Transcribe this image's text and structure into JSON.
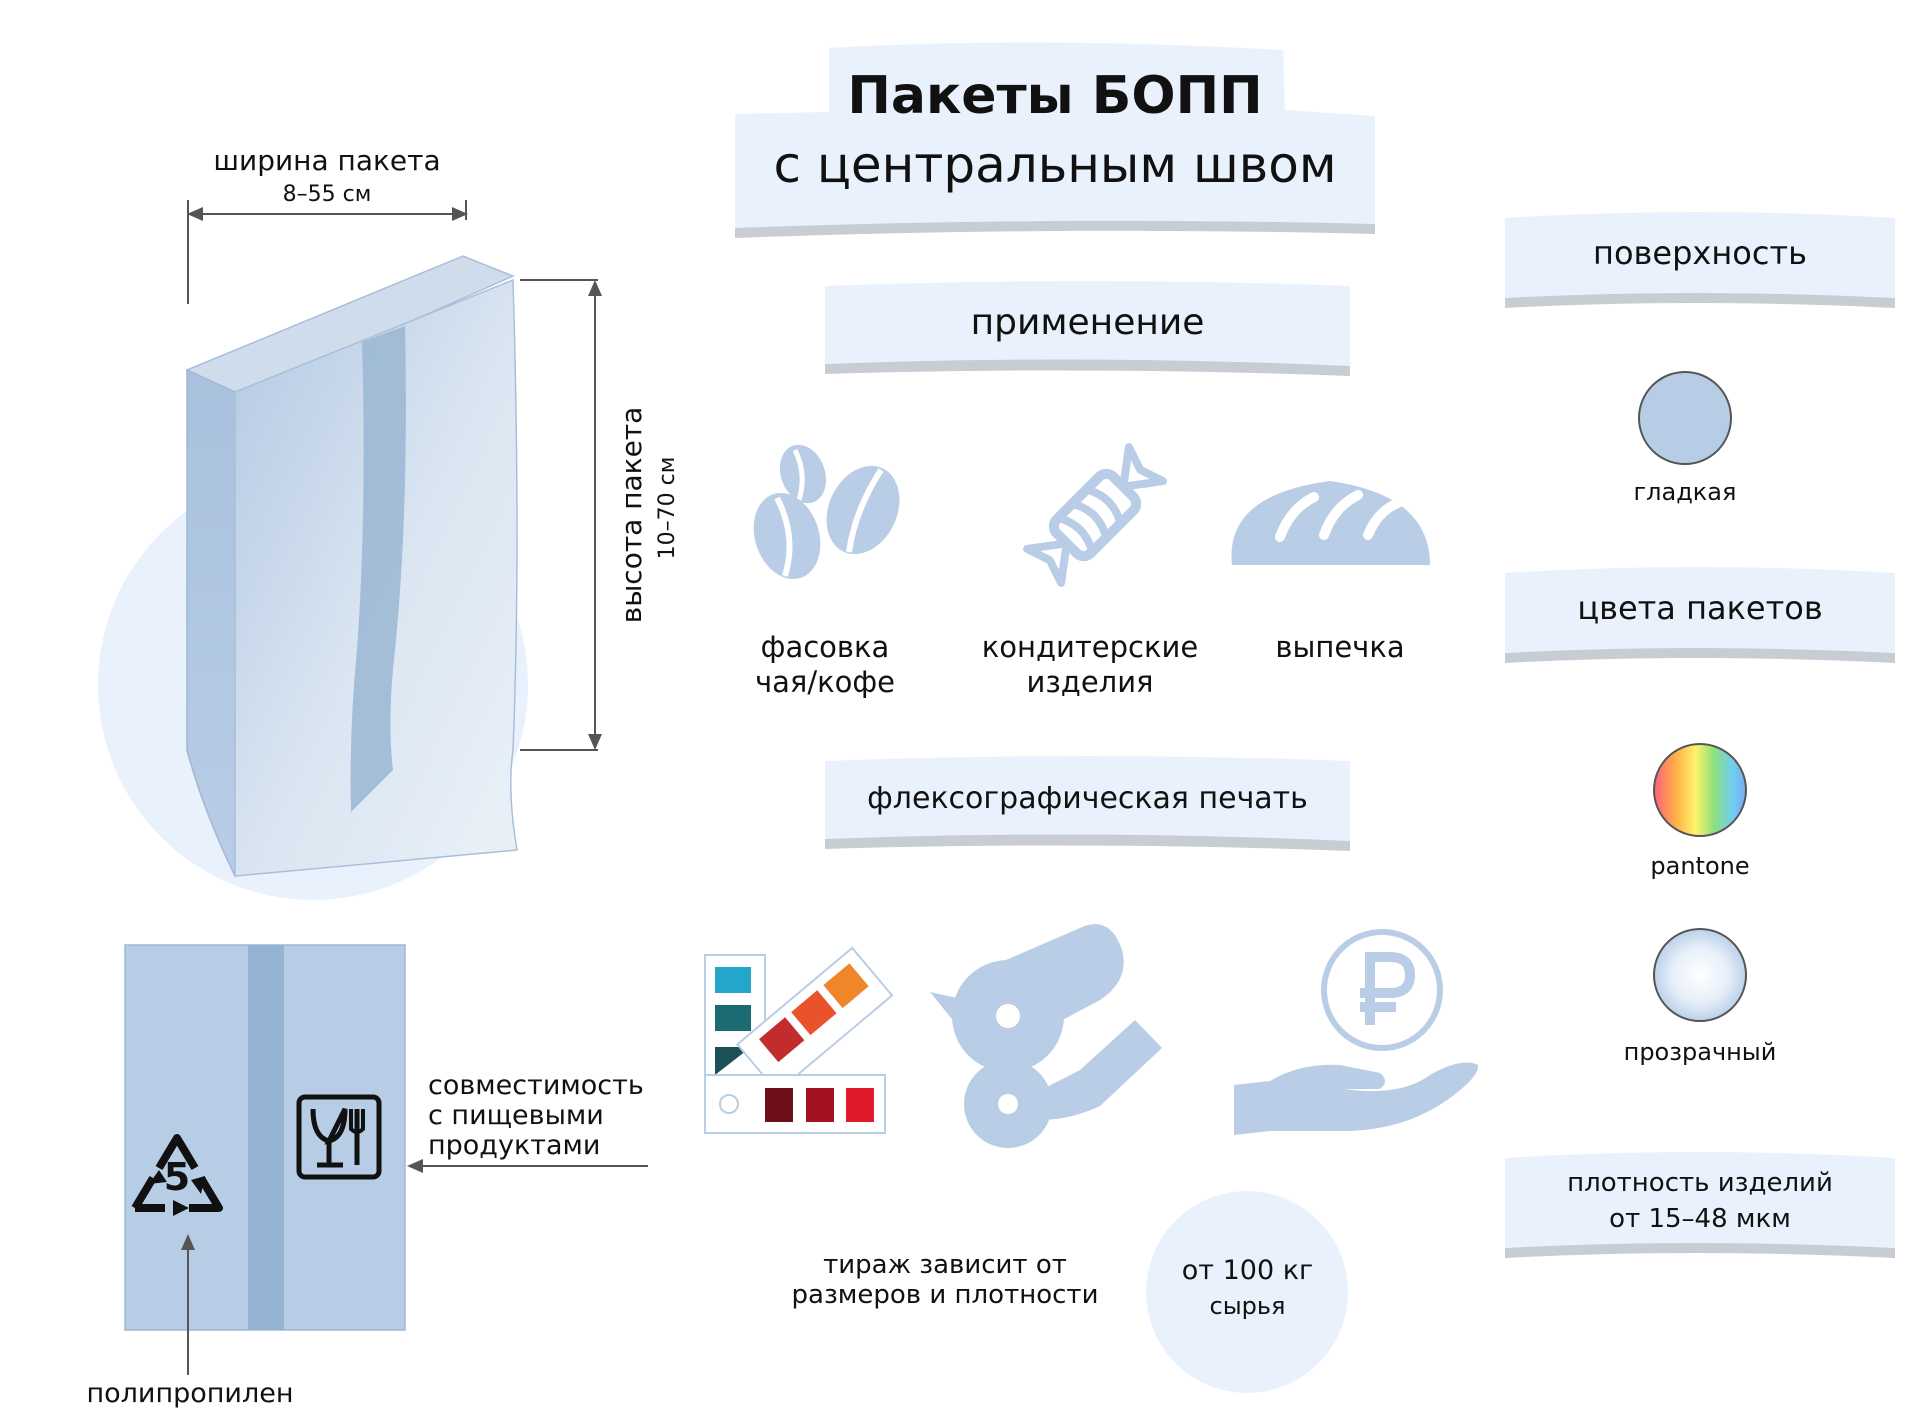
{
  "title": {
    "line1": "Пакеты БОПП",
    "line2": "с центральным швом"
  },
  "dimensions": {
    "width_label": "ширина пакета",
    "width_value": "8–55 см",
    "height_label": "высота пакета",
    "height_value": "10–70 см"
  },
  "sections": {
    "application": "применение",
    "flexo": "флексографическая печать",
    "surface": "поверхность",
    "colors": "цвета пакетов",
    "density_line1": "плотность изделий",
    "density_line2": "от 15–48 мкм"
  },
  "applications": [
    {
      "line1": "фасовка",
      "line2": "чая/кофе",
      "icon": "coffee-beans-icon"
    },
    {
      "line1": "кондитерские",
      "line2": "изделия",
      "icon": "candy-icon"
    },
    {
      "line1": "выпечка",
      "line2": "",
      "icon": "bread-icon"
    }
  ],
  "surface": {
    "label": "гладкая"
  },
  "bag_colors": [
    {
      "label": "pantone",
      "icon": "rainbow-swatch-icon"
    },
    {
      "label": "прозрачный",
      "icon": "transparent-swatch-icon"
    }
  ],
  "food_compat": {
    "line1": "совместимость",
    "line2": "с пищевыми",
    "line3": "продуктами"
  },
  "material": {
    "label": "полипропилен",
    "recycle_code": "5"
  },
  "print_run": {
    "line1": "тираж зависит от",
    "line2": "размеров и плотности"
  },
  "min_order": {
    "line1": "от 100 кг",
    "line2": "сырья"
  },
  "colors": {
    "accent_light": "#e9f2fc",
    "bag_blue": "#b7cde6",
    "icon_blue": "#b9cde6",
    "seam_blue": "#94b2d1",
    "banner_shadow": "#c8cdd3"
  }
}
